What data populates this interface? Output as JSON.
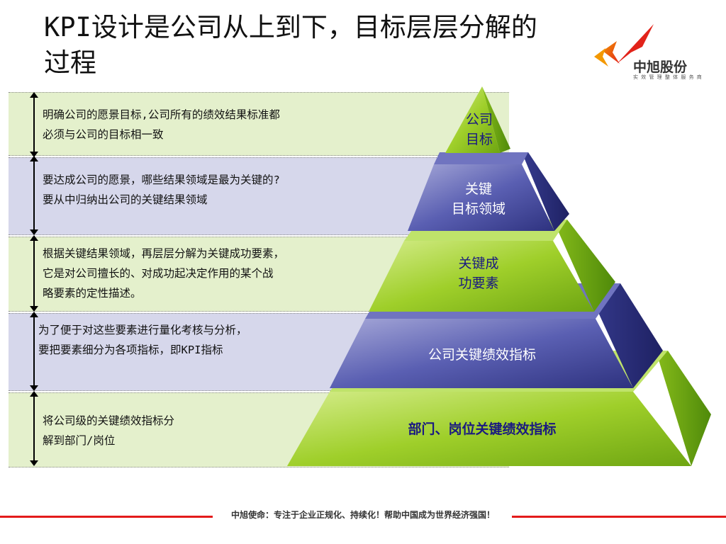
{
  "title": "KPI设计是公司从上到下，目标层层分解的过程",
  "logo": {
    "name": "中旭股份",
    "subtitle": "实 效 管 理 整 体 服 务 商",
    "colors": [
      "#e2231a",
      "#f39800"
    ]
  },
  "bands": [
    {
      "text": "明确公司的愿景目标,公司所有的绩效结果标准都\n必须与公司的目标相一致"
    },
    {
      "text": "要达成公司的愿景，哪些结果领域是最为关键的?\n要从中归纳出公司的关键结果领域"
    },
    {
      "text": "根据关键结果领域，再层层分解为关键成功要素，\n它是对公司擅长的、对成功起决定作用的某个战\n略要素的定性描述。"
    },
    {
      "text": "为了便于对这些要素进行量化考核与分析，\n要把要素细分为各项指标，即KPI指标"
    },
    {
      "text": "将公司级的关键绩效指标分\n解到部门/岗位"
    }
  ],
  "pyramid": [
    {
      "label": "公司\n目标",
      "color": "#8dc21f"
    },
    {
      "label": "关键\n目标领域",
      "color": "#3a3f95"
    },
    {
      "label": "关键成\n功要素",
      "color": "#8dc21f"
    },
    {
      "label": "公司关键绩效指标",
      "color": "#3a3f95"
    },
    {
      "label": "部门、岗位关键绩效指标",
      "color": "#8dc21f"
    }
  ],
  "footer": "中旭使命：专注于企业正规化、持续化！帮助中国成为世界经济强国！"
}
